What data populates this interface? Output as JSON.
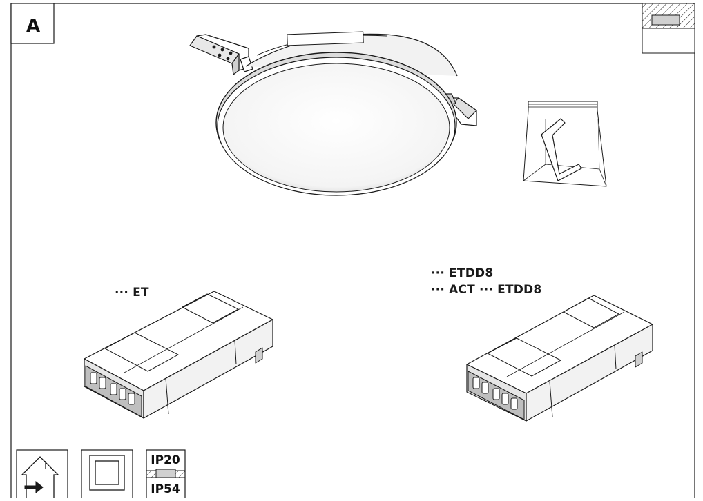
{
  "section": {
    "letter": "A"
  },
  "drivers": {
    "left_label": "··· ET",
    "right_label_1": "··· ETDD8",
    "right_label_2": "··· ACT ··· ETDD8"
  },
  "ratings": {
    "ip_top": "IP20",
    "ip_bottom": "IP54"
  },
  "icons": {
    "ceiling_recess": "ceiling-recess-icon",
    "luminaire": "round-recessed-downlight",
    "accessory_bag": "bag-with-hook-icon",
    "driver": "led-driver-icon",
    "indoor_use": "indoor-house-arrow-icon",
    "class_ii": "double-insulation-icon",
    "ip_rating": "ip-rating-icon"
  },
  "colors": {
    "line": "#1a1a1a",
    "panel_fill": "#d9d9d9",
    "shade": "#bfbfbf"
  }
}
